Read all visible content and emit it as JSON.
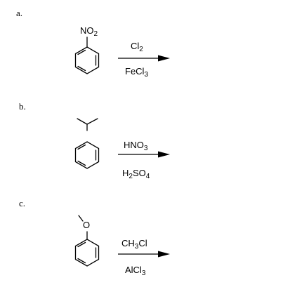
{
  "problems": [
    {
      "letter": "a.",
      "substituent": {
        "text": "NO",
        "sub": "2"
      },
      "reagent_top": {
        "parts": [
          {
            "t": "Cl"
          },
          {
            "t": "2",
            "sub": true
          }
        ]
      },
      "reagent_bottom": {
        "parts": [
          {
            "t": "FeCl"
          },
          {
            "t": "3",
            "sub": true
          }
        ]
      }
    },
    {
      "letter": "b.",
      "reagent_top": {
        "parts": [
          {
            "t": "HNO"
          },
          {
            "t": "3",
            "sub": true
          }
        ]
      },
      "reagent_bottom": {
        "parts": [
          {
            "t": "H"
          },
          {
            "t": "2",
            "sub": true
          },
          {
            "t": "SO"
          },
          {
            "t": "4",
            "sub": true
          }
        ]
      }
    },
    {
      "letter": "c.",
      "substituent": {
        "text": "O"
      },
      "reagent_top": {
        "parts": [
          {
            "t": "CH"
          },
          {
            "t": "3",
            "sub": true
          },
          {
            "t": "Cl"
          }
        ]
      },
      "reagent_bottom": {
        "parts": [
          {
            "t": "AlCl"
          },
          {
            "t": "3",
            "sub": true
          }
        ]
      }
    }
  ]
}
